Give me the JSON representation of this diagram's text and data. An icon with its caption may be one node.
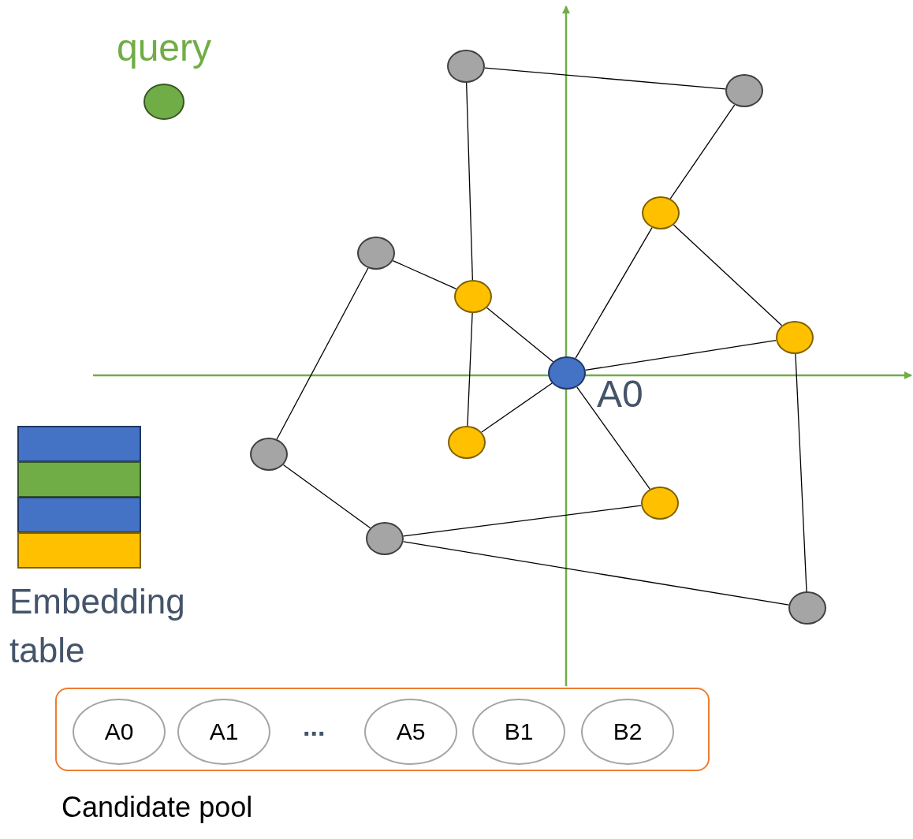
{
  "diagram": {
    "nodes": [
      {
        "text": [
          "query"
        ]
      },
      {
        "text": [],
        "shape": "circle"
      },
      {
        "text": [],
        "shape": "circle"
      },
      {
        "text": [],
        "shape": "circle"
      },
      {
        "text": [],
        "shape": "circle"
      },
      {
        "text": [],
        "shape": "circle"
      },
      {
        "text": [],
        "shape": "circle"
      },
      {
        "text": [
          "A0"
        ]
      },
      {
        "text": [],
        "shape": "circle"
      },
      {
        "text": [],
        "shape": "circle"
      },
      {
        "text": [],
        "shape": "circle"
      },
      {
        "text": [],
        "shape": "circle"
      },
      {
        "text": [],
        "shape": "circle"
      },
      {
        "text": [
          "Embedding table"
        ]
      },
      {
        "text": [
          "Candidate pool"
        ]
      },
      {
        "text": [
          "A0"
        ],
        "in": 14
      },
      {
        "text": [
          "A1"
        ],
        "in": 14
      },
      {
        "text": [
          "A5"
        ],
        "in": 14
      },
      {
        "text": [
          "B1"
        ],
        "in": 14
      },
      {
        "text": [
          "B2"
        ],
        "in": 14
      }
    ],
    "edges": [
      {
        "from": 1,
        "to": 2,
        "arrow": "none"
      },
      {
        "from": 2,
        "to": 3,
        "arrow": "none"
      },
      {
        "from": 1,
        "to": 5,
        "arrow": "none"
      },
      {
        "from": 4,
        "to": 5,
        "arrow": "none"
      },
      {
        "from": 5,
        "to": 7,
        "arrow": "none"
      },
      {
        "from": 3,
        "to": 7,
        "arrow": "none"
      },
      {
        "from": 3,
        "to": 6,
        "arrow": "none"
      },
      {
        "from": 7,
        "to": 6,
        "arrow": "none"
      },
      {
        "from": 6,
        "to": 12,
        "arrow": "none"
      },
      {
        "from": 5,
        "to": 8,
        "arrow": "none"
      },
      {
        "from": 8,
        "to": 7,
        "arrow": "none"
      },
      {
        "from": 7,
        "to": 10,
        "arrow": "none"
      },
      {
        "from": 4,
        "to": 9,
        "arrow": "none"
      },
      {
        "from": 9,
        "to": 11,
        "arrow": "none"
      },
      {
        "from": 11,
        "to": 10,
        "arrow": "none"
      },
      {
        "from": 11,
        "to": 12,
        "arrow": "none"
      }
    ],
    "labels": [
      "..."
    ]
  }
}
